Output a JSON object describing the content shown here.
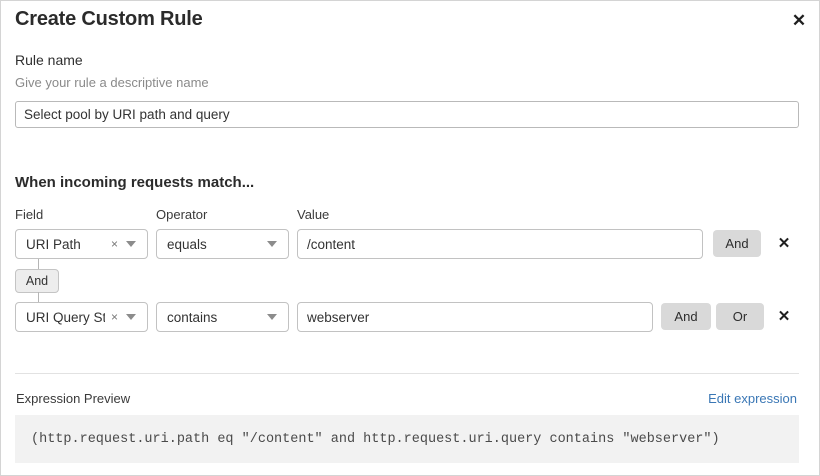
{
  "dialog": {
    "title": "Create Custom Rule",
    "close_icon": "close-icon"
  },
  "rule_name": {
    "label": "Rule name",
    "help": "Give your rule a descriptive name",
    "value": "Select pool by URI path and query",
    "placeholder": "Select pool by URI path and query"
  },
  "conditions": {
    "section_title": "When incoming requests match...",
    "columns": {
      "field": "Field",
      "operator": "Operator",
      "value": "Value"
    },
    "connector": {
      "label": "And"
    },
    "rows": [
      {
        "field": "URI Path",
        "operator": "equals",
        "value": "/content",
        "and_label": "And",
        "or_label": "",
        "delete_icon": "close-icon"
      },
      {
        "field": "URI Query St...",
        "operator": "contains",
        "value": "webserver",
        "and_label": "And",
        "or_label": "Or",
        "delete_icon": "close-icon"
      }
    ]
  },
  "expression": {
    "label": "Expression Preview",
    "edit_link": "Edit expression",
    "code": "(http.request.uri.path eq \"/content\" and http.request.uri.query contains \"webserver\")"
  },
  "colors": {
    "link": "#3a77b5",
    "button_bg": "#d9d9d9",
    "code_bg": "#f2f2f2"
  }
}
